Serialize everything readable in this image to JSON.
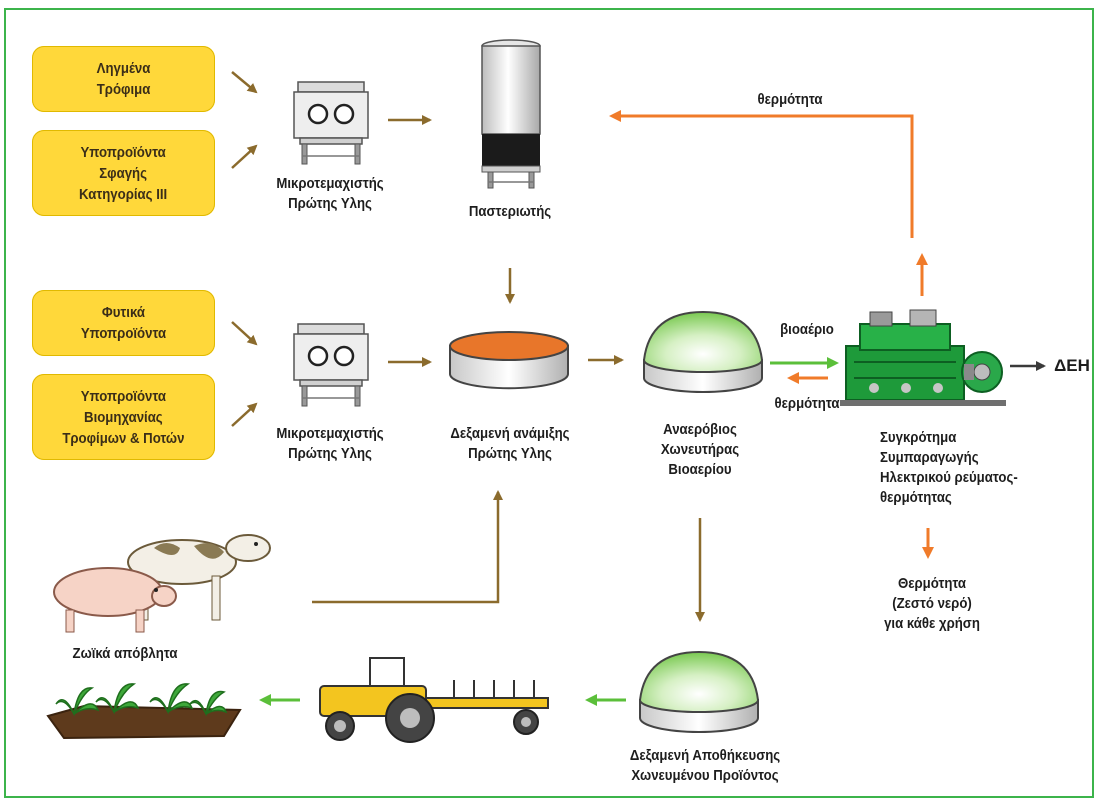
{
  "inputs": {
    "leftover_food": "Ληγμένα\nΤρόφιμα",
    "slaughter_byproducts": "Υποπροϊόντα\nΣφαγής\nΚατηγορίας ΙΙΙ",
    "plant_byproducts": "Φυτικά\nΥποπροϊόντα",
    "food_industry_byproducts": "Υποπροϊόντα\nΒιομηχανίας\nΤροφίμων & Ποτών"
  },
  "equipment": {
    "shredder_top": "Μικροτεμαχιστής\nΠρώτης Υλης",
    "shredder_bottom": "Μικροτεμαχιστής\nΠρώτης Υλης",
    "pasteurizer": "Παστεριωτής",
    "mixing_tank": "Δεξαμενή ανάμιξης\nΠρώτης Υλης",
    "digester": "Αναερόβιος\nΧωνευτήρας\nΒιοαερίου",
    "chp_unit": "Συγκρότημα\nΣυμπαραγωγής\nΗλεκτρικού ρεύματος-\nθερμότητας",
    "storage_tank": "Δεξαμενή Αποθήκευσης\nΧωνευμένου Προϊόντος"
  },
  "flows": {
    "heat_top": "θερμότητα",
    "biogas": "βιοαέριο",
    "heat_return": "θερμότητα",
    "grid": "ΔΕΗ",
    "hot_water": "Θερμότητα\n(Ζεστό νερό)\nγια κάθε χρήση"
  },
  "sources": {
    "animal_waste": "Ζωϊκά απόβλητα"
  },
  "colors": {
    "input_box": "#ffd83a",
    "material_arrow": "#8b6b2d",
    "heat_arrow": "#f07b2a",
    "gas_arrow": "#5bbf3a",
    "frame": "#3cb44b",
    "dome_green": "#79c950",
    "engine_green": "#1e9a3a",
    "tank_fill": "#e8762a"
  }
}
